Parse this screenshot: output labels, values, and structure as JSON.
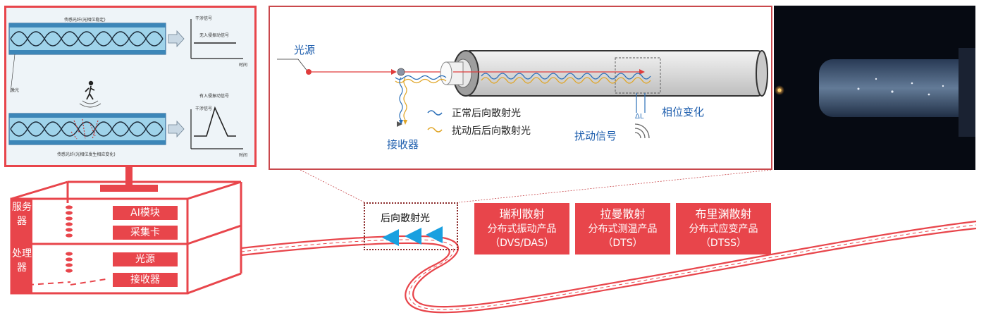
{
  "monitor": {
    "top_fiber_title": "传感光纤(光相位稳定)",
    "bottom_fiber_title": "传感光纤(光相位发生相应变化)",
    "interference_label_top": "干涉信号",
    "interference_label_bottom": "干涉信号",
    "no_vibration_label": "无入侵振动信号",
    "vibration_label": "有入侵振动信号",
    "time_label_top": "时间",
    "time_label_bottom": "时间",
    "laser_label": "激光"
  },
  "fiber_diagram": {
    "light_source": "光源",
    "receiver": "接收器",
    "legend_normal": "正常后向散射光",
    "legend_disturbed": "扰动后后向散射光",
    "disturbance_signal": "扰动信号",
    "phase_change": "相位变化",
    "delta_l": "ΔL",
    "colors": {
      "normal": "#2b6fb8",
      "disturbed": "#e0a526",
      "beam": "#e03c3c"
    }
  },
  "cabinet": {
    "server_label": "服务器",
    "processor_label": "处理器",
    "modules": [
      "AI模块",
      "采集卡",
      "光源",
      "接收器"
    ]
  },
  "backscatter": {
    "label": "后向散射光"
  },
  "products": [
    {
      "title": "瑞利散射",
      "line1": "分布式振动产品",
      "line2": "（DVS/DAS）"
    },
    {
      "title": "拉曼散射",
      "line1": "分布式测温产品",
      "line2": "（DTS）"
    },
    {
      "title": "布里渊散射",
      "line1": "分布式应变产品",
      "line2": "（DTSS）"
    }
  ],
  "colors": {
    "accent": "#e8454b",
    "panel_border": "#c9484c",
    "arrow": "#1aa0e0"
  }
}
